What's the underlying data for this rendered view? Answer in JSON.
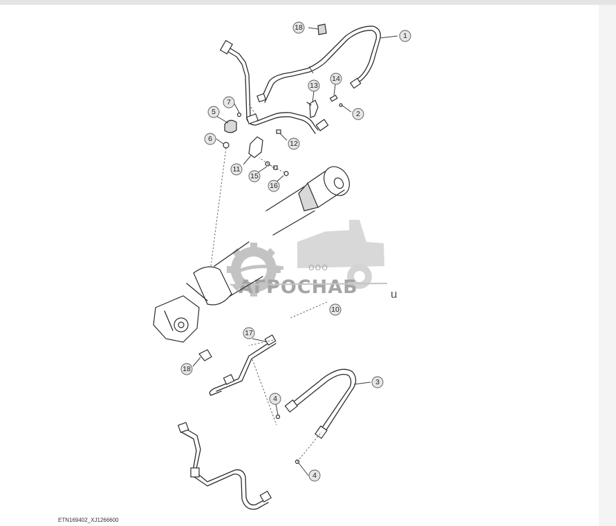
{
  "callouts": [
    "1",
    "2",
    "3",
    "4",
    "4",
    "5",
    "6",
    "7",
    "10",
    "11",
    "12",
    "13",
    "14",
    "15",
    "16",
    "17",
    "18",
    "18"
  ],
  "watermark": {
    "prefix": "ООО",
    "name": "АГРОСНАБ",
    "suffix": "u"
  },
  "figure_id": "ETN169402_XJ1266600"
}
